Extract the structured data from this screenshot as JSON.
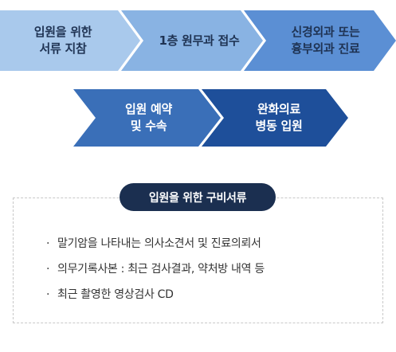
{
  "flow": {
    "row1": [
      {
        "label": "입원을 위한\n서류 지참",
        "fill": "#a9c9ec",
        "text_color": "#1f3353"
      },
      {
        "label": "1층 원무과 접수",
        "fill": "#89b3e3",
        "text_color": "#1f3353"
      },
      {
        "label": "신경외과 또는\n흉부외과 진료",
        "fill": "#5b8fd4",
        "text_color": "#1f3353"
      }
    ],
    "row2": [
      {
        "label": "입원 예약\n및 수속",
        "fill": "#3a6fb8",
        "text_color": "#ffffff"
      },
      {
        "label": "완화의료\n병동 입원",
        "fill": "#1e4f9a",
        "text_color": "#ffffff"
      }
    ]
  },
  "docs": {
    "title": "입원을 위한 구비서류",
    "bullet": "·",
    "items": [
      "말기암을 나타내는 의사소견서 및 진료의뢰서",
      "의무기록사본 : 최근 검사결과, 약처방 내역 등",
      "최근 촬영한 영상검사 CD"
    ]
  }
}
